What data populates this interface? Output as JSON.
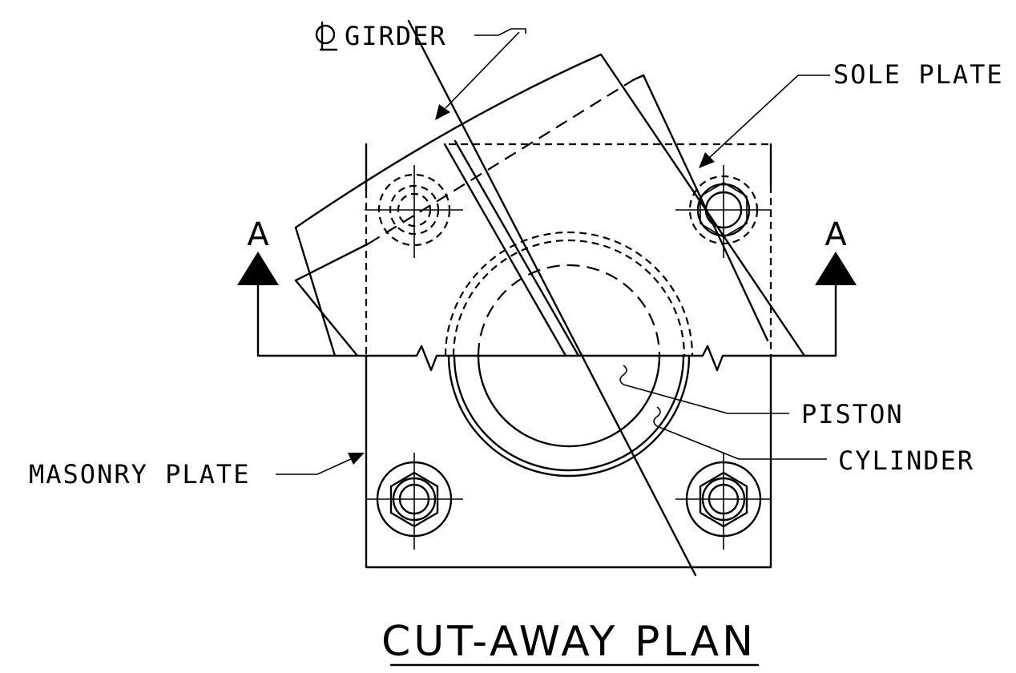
{
  "labels": {
    "girder": "GIRDER",
    "sole_plate": "SOLE PLATE",
    "piston": "PISTON",
    "cylinder": "CYLINDER",
    "masonry_plate": "MASONRY PLATE",
    "section_left": "A",
    "section_right": "A"
  },
  "title": "CUT-AWAY PLAN"
}
